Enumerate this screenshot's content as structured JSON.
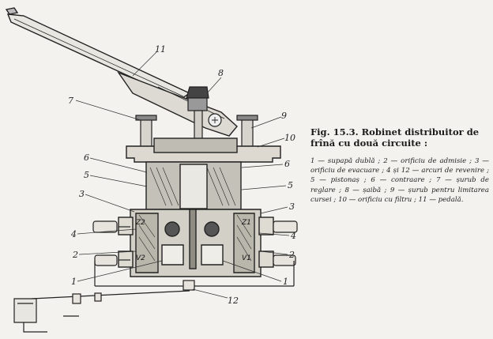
{
  "figure": {
    "number": "Fig. 15.3.",
    "title": "Robinet distribuitor de frînă cu două circuite :",
    "legend": [
      "1 — supapă dublă ;",
      "2 — orificiu de admisie ;",
      "3 — orificiu de evacuare ;",
      "4 și 12 — arcuri de revenire ;",
      "5 — pistonaș ;",
      "6 — contraare ;",
      "7 — șurub de reglare ;",
      "8 — șaibă ;",
      "9 — șurub pentru limitarea cursei ;",
      "10 — orificiu cu filtru ;",
      "11 — pedală."
    ]
  },
  "callouts": {
    "c11": "11",
    "c8": "8",
    "c7": "7",
    "c9": "9",
    "c10": "10",
    "c6l": "6",
    "c6r": "6",
    "c5l": "5",
    "c5r": "5",
    "c3l": "3",
    "c3r": "3",
    "c4l": "4",
    "c4r": "4",
    "c2l": "2",
    "c2r": "2",
    "c1l": "1",
    "c1r": "1",
    "c12": "12"
  },
  "ports": {
    "z2": "Z2",
    "z1": "Z1",
    "v2": "V2",
    "v1": "V1"
  }
}
